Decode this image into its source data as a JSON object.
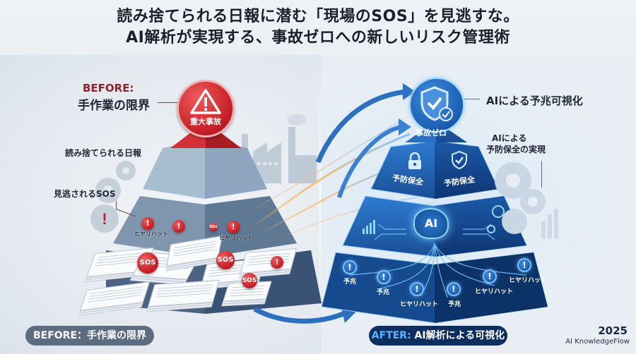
{
  "title": {
    "line1": "読み捨てられる日報に潜む「現場のSOS」を見逃すな。",
    "line2": "AI解析が実現する、事故ゼロへの新しいリスク管理術"
  },
  "before_panel": {
    "tag": "BEFORE:",
    "heading": "手作業の限界",
    "top_badge": {
      "icon": "warning-triangle-icon",
      "label": "重大事故",
      "color": "#c21d24"
    },
    "layer_labels": [
      "読み捨てられる日報",
      "見逃されるSOS"
    ],
    "alerts": [
      {
        "type": "exclamation",
        "label": "ヒヤリハット"
      },
      {
        "type": "exclamation",
        "label": ""
      },
      {
        "type": "exclamation",
        "label": "ヒヤリハット"
      },
      {
        "type": "exclamation",
        "label": ""
      },
      {
        "type": "sos",
        "label": "SOS"
      },
      {
        "type": "sos",
        "label": "SOS"
      },
      {
        "type": "sos",
        "label": "SOS"
      },
      {
        "type": "sos-small",
        "label": "SOS"
      }
    ],
    "pill_label": "BEFORE：手作業の限界"
  },
  "after_panel": {
    "top_badge": {
      "icon": "shield-check-icon",
      "label": "事故ゼロ",
      "color": "#1a5cb0"
    },
    "callout_top": "AIによる予兆可視化",
    "callout_mid_line1": "AIによる",
    "callout_mid_line2": "予防保全の実現",
    "layer2": {
      "left": "予防保全",
      "right": "予防保全"
    },
    "ai_core": "AI",
    "alerts": [
      {
        "label": "予兆"
      },
      {
        "label": "予兆"
      },
      {
        "label": "ヒヤリハット"
      },
      {
        "label": "予兆"
      },
      {
        "label": "ヒヤリハット"
      },
      {
        "label": "ヒヤリハット"
      }
    ],
    "pill_prefix": "AFTER:",
    "pill_label": " AI解析による可視化",
    "accent_color": "#5cb4ff"
  },
  "footer": {
    "year": "2025",
    "brand": "AI KnowledgeFlow"
  }
}
